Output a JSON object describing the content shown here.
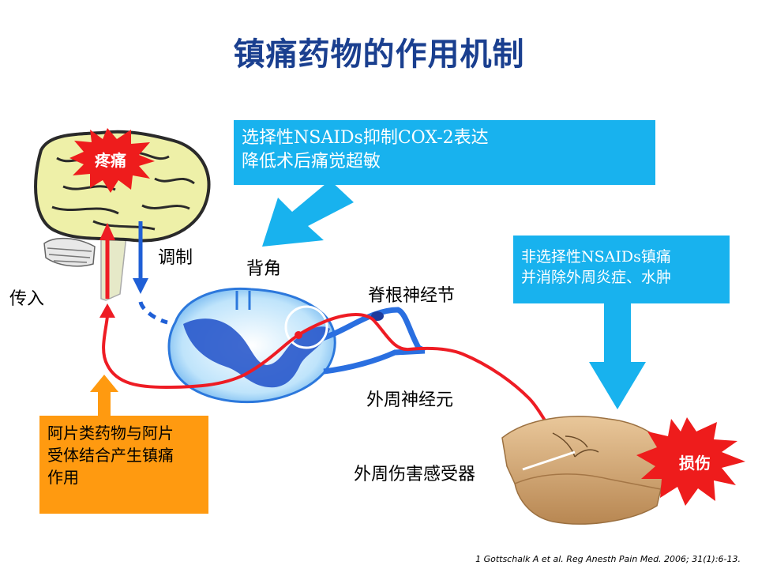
{
  "title": "镇痛药物的作用机制",
  "callouts": {
    "cox2": [
      "选择性NSAIDs抑制COX-2表达",
      "降低术后痛觉超敏"
    ],
    "nonselective": [
      "非选择性NSAIDs镇痛",
      "并消除外周炎症、水肿"
    ],
    "opioid": [
      "阿片类药物与阿片",
      "受体结合产生镇痛",
      "作用"
    ]
  },
  "labels": {
    "pain": "疼痛",
    "modulation": "调制",
    "afferent": "传入",
    "dorsal_horn": "背角",
    "dorsal_root_ganglion": "脊根神经节",
    "peripheral_neuron": "外周神经元",
    "nociceptor": "外周伤害感受器",
    "injury": "损伤"
  },
  "citation": "1 Gottschalk A  et al. Reg Anesth Pain Med. 2006; 31(1):6-13.",
  "colors": {
    "title": "#1a3f8f",
    "callout_blue": "#18b2ee",
    "callout_orange": "#ff9a10",
    "nerve_red": "#ee1c24",
    "nerve_blue": "#1f5fd6",
    "burst_red": "#ee1c1c",
    "brain": "#eef0a8"
  },
  "icons": [
    "brain-icon",
    "spinal-cord-icon",
    "tissue-icon",
    "pain-burst-icon",
    "injury-burst-icon"
  ]
}
